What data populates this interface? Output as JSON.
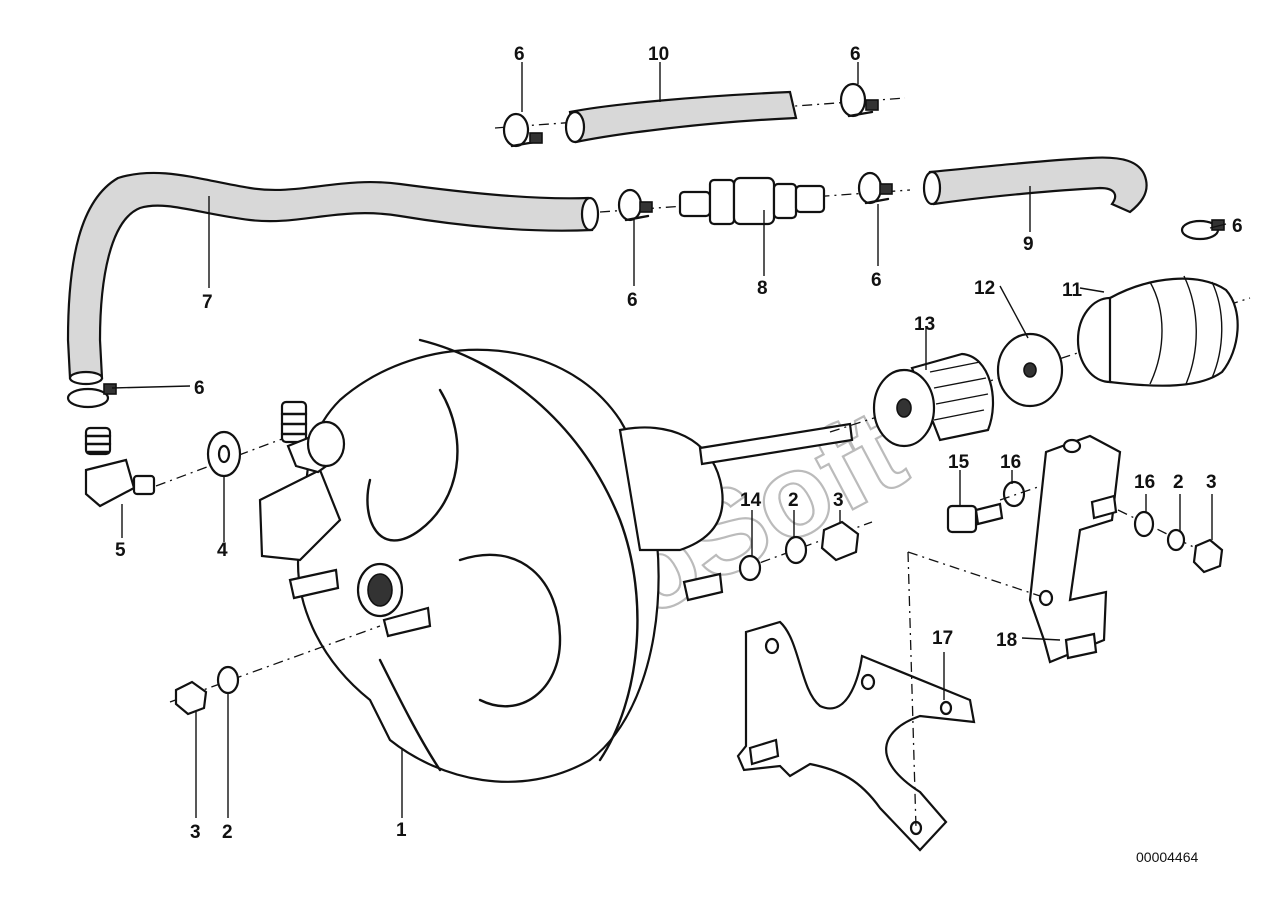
{
  "diagram": {
    "watermark": "AutoSoft",
    "code": "00004464",
    "callouts": [
      "6",
      "10",
      "6",
      "7",
      "6",
      "8",
      "6",
      "9",
      "6",
      "12",
      "11",
      "13",
      "6",
      "5",
      "4",
      "15",
      "16",
      "16",
      "2",
      "3",
      "14",
      "2",
      "3",
      "18",
      "17",
      "3",
      "2",
      "1"
    ]
  },
  "colors": {
    "ink": "#111111",
    "background": "#ffffff",
    "hose_fill": "#d8d8d8",
    "watermark": "#bbbbbb"
  }
}
